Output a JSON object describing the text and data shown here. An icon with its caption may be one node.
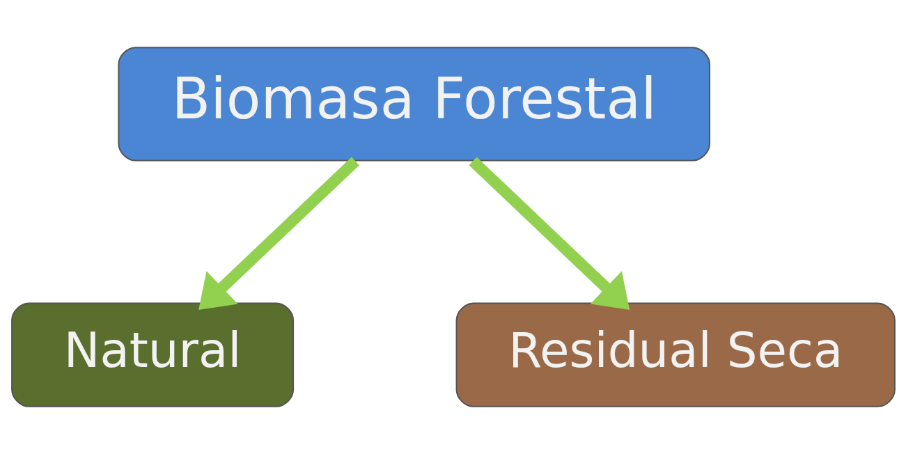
{
  "diagram": {
    "nodes": [
      {
        "text": [
          "Biomasa Forestal"
        ]
      },
      {
        "text": [
          "Natural"
        ]
      },
      {
        "text": [
          "Residual Seca"
        ]
      }
    ],
    "edges": [
      {
        "from": 0,
        "to": 1,
        "arrow": "to"
      },
      {
        "from": 0,
        "to": 2,
        "arrow": "to"
      }
    ]
  }
}
